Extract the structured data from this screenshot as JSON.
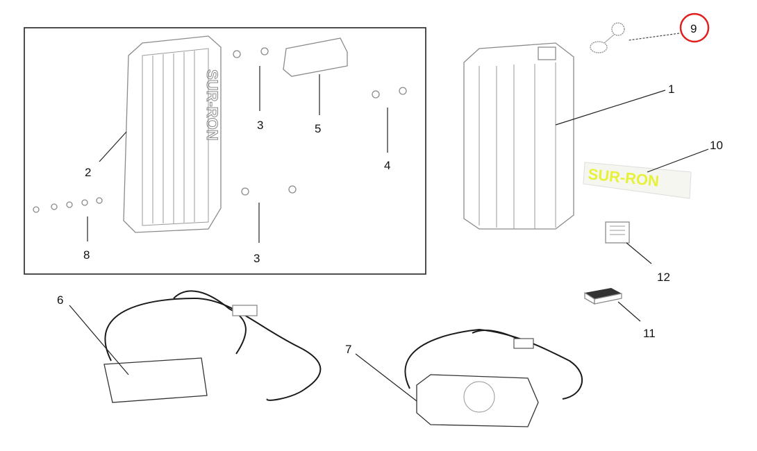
{
  "diagram": {
    "labels": {
      "battery": "1",
      "controller": "2",
      "bolts_upper": "3",
      "bolts_lower": "3",
      "nuts": "4",
      "bracket": "5",
      "charger_standard": "6",
      "charger_fast": "7",
      "screws": "8",
      "cap": "9",
      "decal": "10",
      "pad": "11",
      "connector": "12"
    },
    "controller_logo": "SUR-RON",
    "decal_text": "SUR-RON",
    "highlight_color": "#e02020",
    "decal_color": "#e6f23a"
  }
}
